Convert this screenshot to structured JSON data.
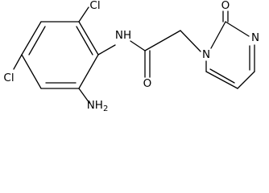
{
  "molecule": {
    "atom_labels": {
      "cl_top": "Cl",
      "cl_left": "Cl",
      "amide_nh": "NH",
      "amino": "NH",
      "amino_sub": "2",
      "carbonyl_o": "O",
      "pyrimidinone_n1": "N",
      "pyrimidinone_o": "O",
      "pyrimidinone_n3": "N"
    }
  }
}
